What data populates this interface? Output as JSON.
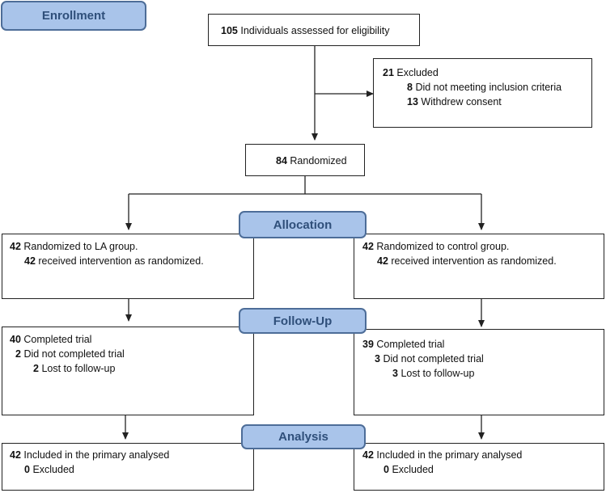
{
  "stages": {
    "enrollment": "Enrollment",
    "allocation": "Allocation",
    "follow_up": "Follow-Up",
    "analysis": "Analysis"
  },
  "assessed": {
    "num": "105",
    "text": "Individuals assessed for eligibility"
  },
  "excluded": {
    "num": "21",
    "text": "Excluded",
    "items": [
      {
        "num": "8",
        "text": "Did not meeting inclusion criteria"
      },
      {
        "num": "13",
        "text": "Withdrew consent"
      }
    ]
  },
  "randomized": {
    "num": "84",
    "text": "Randomized"
  },
  "left": {
    "allocation": {
      "num": "42",
      "text": "Randomized to LA group.",
      "sub_num": "42",
      "sub_text": "received intervention as randomized."
    },
    "follow_up": {
      "num": "40",
      "text": "Completed trial",
      "sub_num": "2",
      "sub_text": "Did not completed trial",
      "sub2_num": "2",
      "sub2_text": "Lost to follow-up"
    },
    "analysis": {
      "num": "42",
      "text": "Included in the primary analysed",
      "sub_num": "0",
      "sub_text": "Excluded"
    }
  },
  "right": {
    "allocation": {
      "num": "42",
      "text": "Randomized to control group.",
      "sub_num": "42",
      "sub_text": "received intervention as randomized."
    },
    "follow_up": {
      "num": "39",
      "text": "Completed trial",
      "sub_num": "3",
      "sub_text": "Did not completed trial",
      "sub2_num": "3",
      "sub2_text": "Lost to follow-up"
    },
    "analysis": {
      "num": "42",
      "text": "Included in the primary analysed",
      "sub_num": "0",
      "sub_text": "Excluded"
    }
  },
  "colors": {
    "stage_fill": "#a9c4ea",
    "stage_border": "#4d6d98",
    "stage_text": "#2f4f7a",
    "line": "#222222"
  }
}
